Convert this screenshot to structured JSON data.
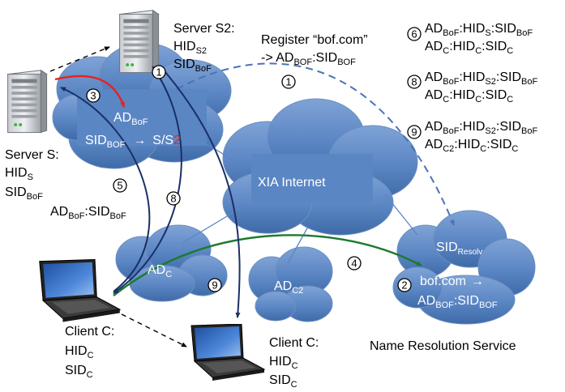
{
  "colors": {
    "cloud": "#5b86c4",
    "arrow_red": "#e8211d",
    "arrow_navy": "#1a2f66",
    "arrow_green": "#1d7a2e",
    "arrow_dashed_blue": "#4a73b8",
    "arrow_black": "#000000",
    "red_text": "#e8211d"
  },
  "icons": [
    "server-icon",
    "laptop-icon"
  ],
  "server_s": {
    "title": "Server S:",
    "hid": "HID",
    "hid_sub": "S",
    "sid": "SID",
    "sid_sub": "BoF",
    "ad": "AD",
    "ad_sub": "BoF",
    "sid2": ":SID",
    "sid2_sub": "BoF"
  },
  "server_s2": {
    "title": "Server S2:",
    "hid": "HID",
    "hid_sub": "S2",
    "sid": "SID",
    "sid_sub": "BoF"
  },
  "register": {
    "line1": "Register “bof.com”",
    "prefix": "-> AD",
    "ad_sub": "BOF",
    "sid": ":SID",
    "sid_sub": "BOF"
  },
  "cloud_bof": {
    "ad": "AD",
    "ad_sub": "BoF",
    "sid": "SID",
    "sid_sub": "BOF",
    "arrow": "→",
    "ss": "S/S",
    "ss_red": "2"
  },
  "xia": {
    "label": "XIA Internet"
  },
  "cloud_adc": {
    "label": "AD",
    "sub": "C"
  },
  "cloud_adc2": {
    "label": "AD",
    "sub": "C2"
  },
  "resolve": {
    "sid": "SID",
    "sid_sub": "Resolv",
    "domain": "bof.com",
    "arrow": "→",
    "ad": "AD",
    "ad_sub": "BOF",
    "sid2": ":SID",
    "sid2_sub": "BOF",
    "service": "Name Resolution Service"
  },
  "client1": {
    "title": "Client C:",
    "hid": "HID",
    "hid_sub": "C",
    "sid": "SID",
    "sid_sub": "C"
  },
  "client2": {
    "title": "Client C:",
    "hid": "HID",
    "hid_sub": "C",
    "sid": "SID",
    "sid_sub": "C"
  },
  "steps": [
    "1",
    "1",
    "2",
    "3",
    "4",
    "5",
    "6",
    "8",
    "8",
    "9",
    "9"
  ],
  "tables": {
    "t6": {
      "num": "6",
      "r1": [
        "AD",
        "BoF",
        ":HID",
        "S",
        ":SID",
        "BoF"
      ],
      "r2": [
        "AD",
        "C",
        ":HID",
        "C",
        ":SID",
        "C"
      ]
    },
    "t8": {
      "num": "8",
      "r1": [
        "AD",
        "BoF",
        ":HID",
        "S2",
        ":SID",
        "BoF"
      ],
      "r2": [
        "AD",
        "C",
        ":HID",
        "C",
        ":SID",
        "C"
      ]
    },
    "t9": {
      "num": "9",
      "r1": [
        "AD",
        "BoF",
        ":HID",
        "S2",
        ":SID",
        "BoF"
      ],
      "r2": [
        "AD",
        "C2",
        ":HID",
        "C",
        ":SID",
        "C"
      ]
    }
  }
}
